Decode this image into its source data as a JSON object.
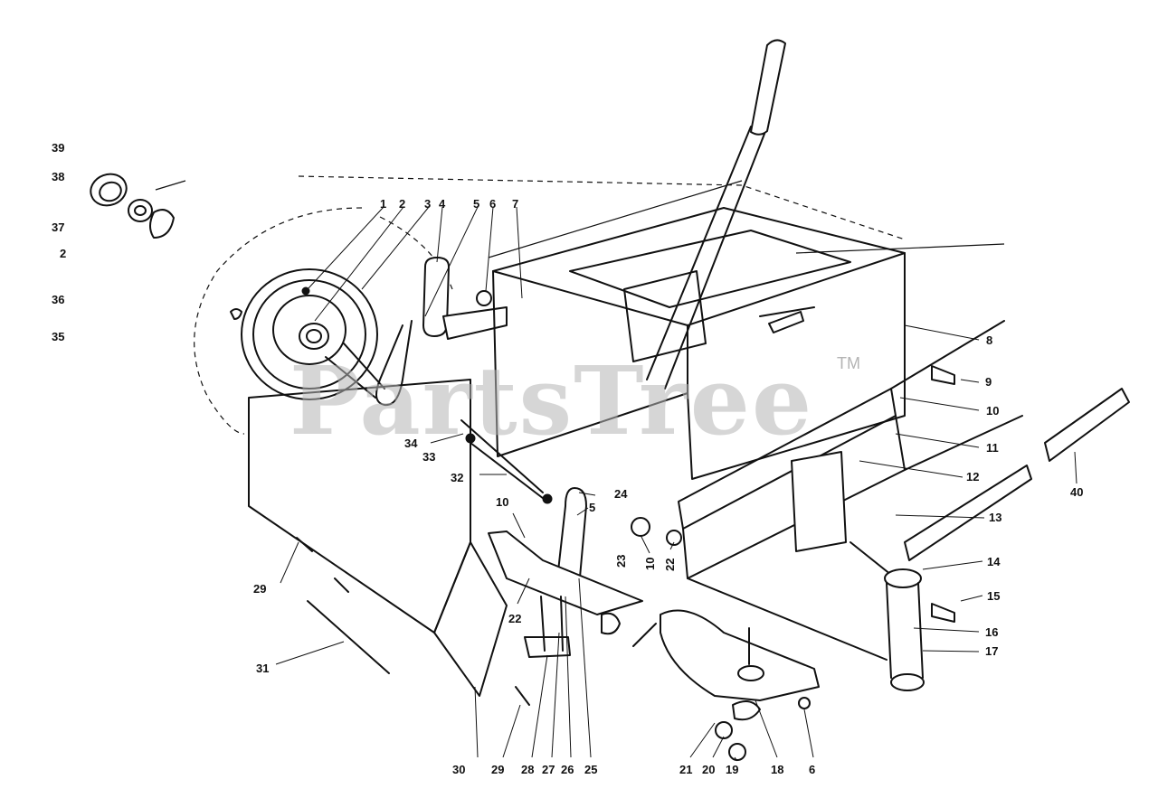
{
  "watermark": {
    "brand": "PartsTree",
    "trademark": "TM"
  },
  "callouts": {
    "c1": "1",
    "c2": "2",
    "c3": "3",
    "c4": "4",
    "c5": "5",
    "c6": "6",
    "c7": "7",
    "c8": "8",
    "c9": "9",
    "c10": "10",
    "c11": "11",
    "c12": "12",
    "c13": "13",
    "c14": "14",
    "c15": "15",
    "c16": "16",
    "c17": "17",
    "c18": "18",
    "c19": "19",
    "c20": "20",
    "c21": "21",
    "c22": "22",
    "c23": "23",
    "c24": "24",
    "c25": "25",
    "c26": "26",
    "c27": "27",
    "c28": "28",
    "c29": "29",
    "c30": "30",
    "c31": "31",
    "c32": "32",
    "c33": "33",
    "c34": "34",
    "c35": "35",
    "c36": "36",
    "c37": "37",
    "c38": "38",
    "c39": "39",
    "c40": "40"
  }
}
